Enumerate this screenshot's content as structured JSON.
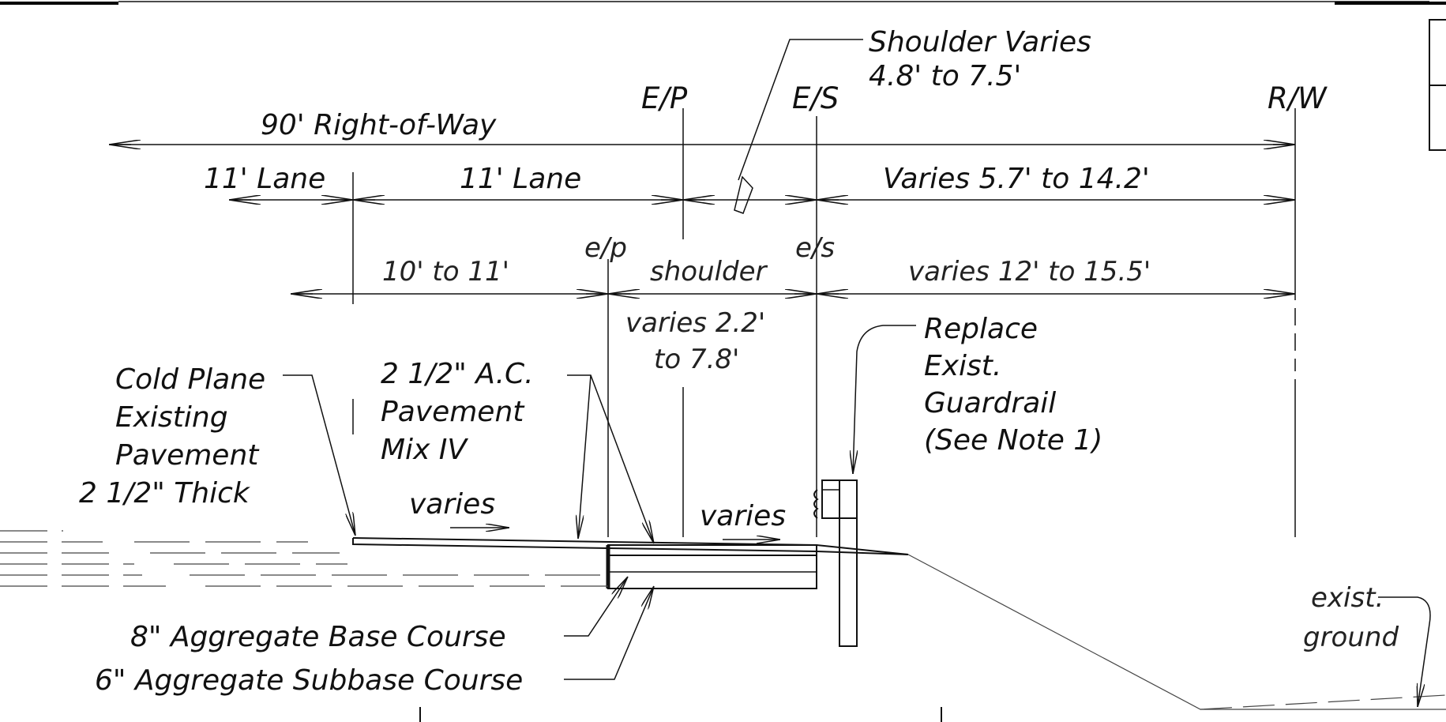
{
  "labels": {
    "right_of_way": "90' Right-of-Way",
    "ep_upper": "E/P",
    "es_upper": "E/S",
    "rw": "R/W",
    "shoulder_varies_1": "Shoulder Varies",
    "shoulder_varies_2": "4.8' to 7.5'",
    "lane_left": "11' Lane",
    "lane_right": "11' Lane",
    "varies_right": "Varies 5.7' to 14.2'",
    "ep_lower": "e/p",
    "es_lower": "e/s",
    "existing_lane": "10' to 11'",
    "shoulder": "shoulder",
    "varies_existing_right": "varies 12' to 15.5'",
    "shoulder_varies_lower_1": "varies 2.2'",
    "shoulder_varies_lower_2": "to 7.8'",
    "replace_1": "Replace",
    "replace_2": "Exist.",
    "replace_3": "Guardrail",
    "replace_4": "(See Note 1)",
    "cold_plane_1": "Cold Plane",
    "cold_plane_2": "Existing",
    "cold_plane_3": "Pavement",
    "cold_plane_4": "2 1/2\" Thick",
    "ac_1": "2 1/2\" A.C.",
    "ac_2": "Pavement",
    "ac_3": "Mix IV",
    "varies_a": "varies",
    "varies_b": "varies",
    "base_course": "8\" Aggregate Base Course",
    "subbase_course": "6\" Aggregate Subbase Course",
    "exist_ground_1": "exist.",
    "exist_ground_2": "ground"
  }
}
